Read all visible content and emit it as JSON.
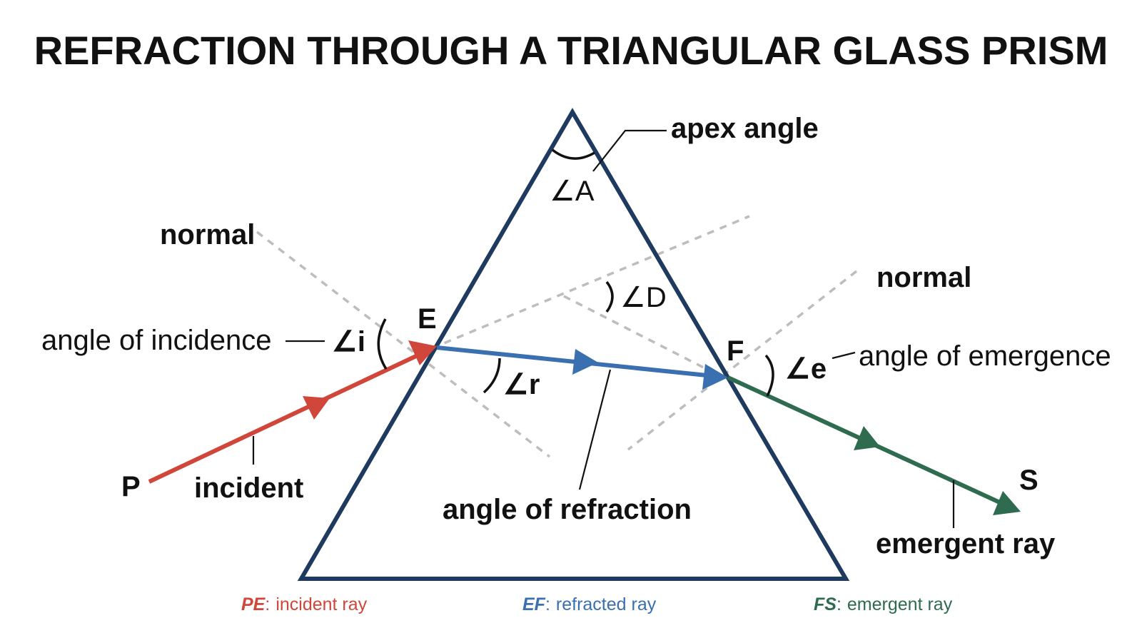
{
  "title": "REFRACTION THROUGH A TRIANGULAR GLASS PRISM",
  "points": {
    "E": "E",
    "F": "F",
    "P": "P",
    "S": "S"
  },
  "angles": {
    "A": "∠A",
    "D": "∠D",
    "i": "∠i",
    "r": "∠r",
    "e": "∠e"
  },
  "labels": {
    "apex_angle": "apex angle",
    "normal_left": "normal",
    "normal_right": "normal",
    "angle_of_incidence": "angle of incidence",
    "angle_of_emergence": "angle of emergence",
    "angle_of_refraction": "angle of refraction",
    "incident": "incident",
    "emergent_ray": "emergent ray"
  },
  "legend": [
    {
      "key": "PE",
      "sep": ":",
      "text": "incident ray",
      "color": "#d0463b"
    },
    {
      "key": "EF",
      "sep": ":",
      "text": "refracted ray",
      "color": "#3a6fb0"
    },
    {
      "key": "FS",
      "sep": ":",
      "text": "emergent ray",
      "color": "#2e6b4f"
    }
  ],
  "colors": {
    "prism": "#1f3a5f",
    "incident_ray": "#d0463b",
    "refracted_ray": "#3a6fb0",
    "emergent_ray": "#2e6b4f",
    "normal": "#bdbdbd"
  }
}
